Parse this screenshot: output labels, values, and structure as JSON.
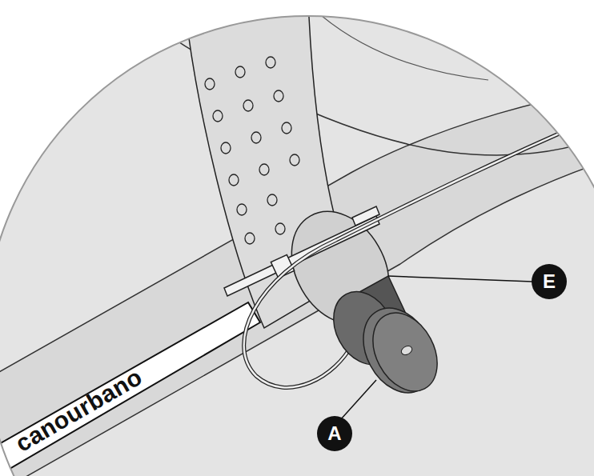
{
  "diagram": {
    "labels": [
      "canourbano",
      "A",
      "E"
    ]
  }
}
